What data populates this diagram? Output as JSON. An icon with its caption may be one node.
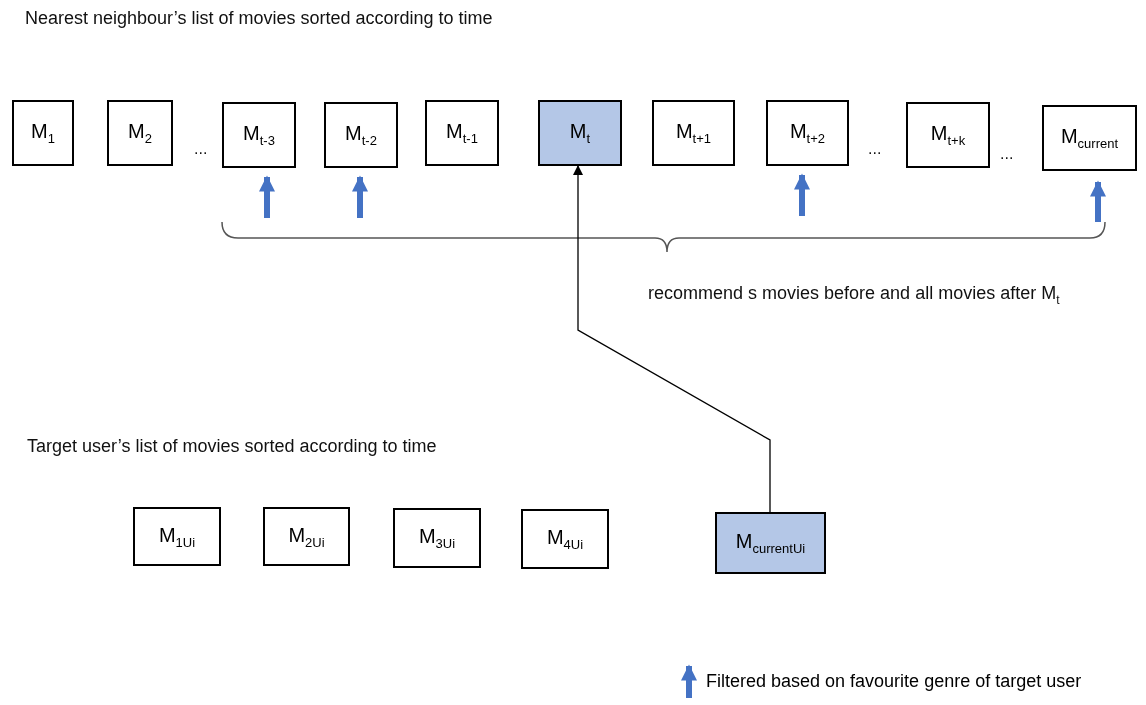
{
  "diagram": {
    "nodes": [
      {
        "text": [
          "M$_{1}$"
        ]
      },
      {
        "text": [
          "M$_{2}$"
        ]
      },
      {
        "text": [
          "M$_{t-3}$"
        ]
      },
      {
        "text": [
          "M$_{t-2}$"
        ]
      },
      {
        "text": [
          "M$_{t-1}$"
        ]
      },
      {
        "text": [
          "M$_{t}$"
        ]
      },
      {
        "text": [
          "M$_{t+1}$"
        ]
      },
      {
        "text": [
          "M$_{t+2}$"
        ]
      },
      {
        "text": [
          "M$_{t+k}$"
        ]
      },
      {
        "text": [
          "M$_{current}$"
        ]
      },
      {
        "text": [
          "M$_{1Ui}$"
        ]
      },
      {
        "text": [
          "M$_{2Ui}$"
        ]
      },
      {
        "text": [
          "M$_{3Ui}$"
        ]
      },
      {
        "text": [
          "M$_{4Ui}$"
        ]
      },
      {
        "text": [
          "M$_{currentUi}$"
        ]
      }
    ],
    "edges": [
      {
        "from": 14,
        "to": 5,
        "arrow": "to"
      }
    ],
    "labels": [
      "Nearest neighbour’s list of movies sorted according to time",
      "...",
      "...",
      "...",
      "recommend s movies before and all movies after M$_{t}$",
      "Target user’s list of movies sorted according to time"
    ],
    "legend": [
      {
        "text": "Filtered based on favourite genre of target user"
      }
    ]
  }
}
